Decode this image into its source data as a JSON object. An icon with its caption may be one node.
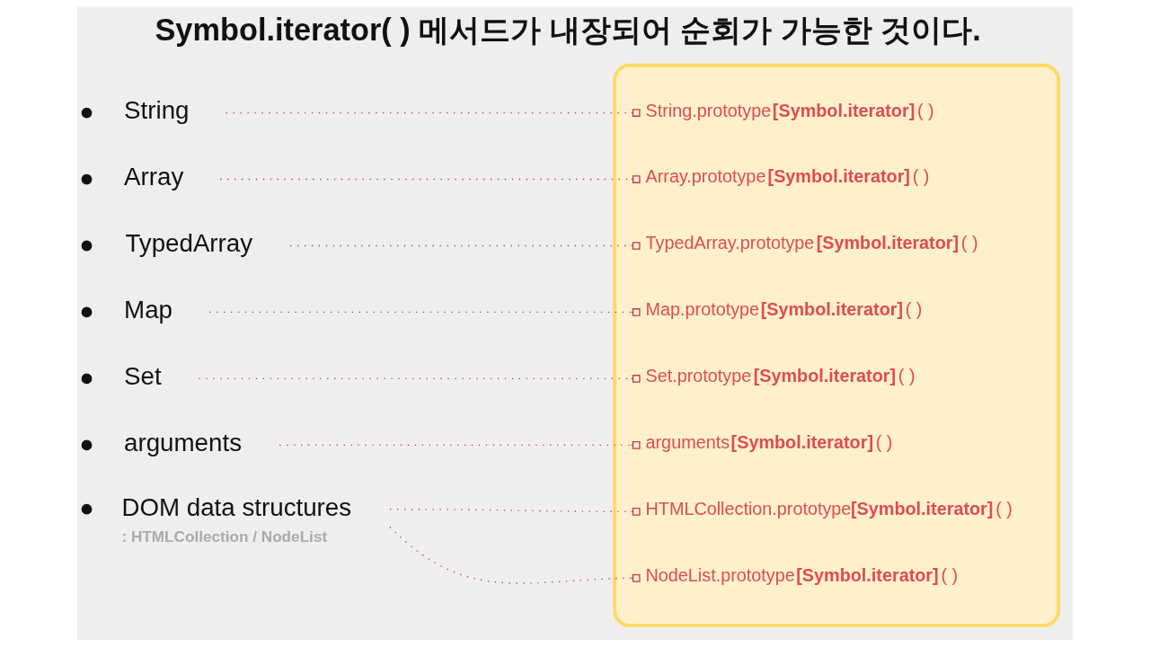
{
  "diagram": {
    "title": "Symbol.iterator( ) 메서드가 내장되어 순회가 가능한 것이다.",
    "nodes": [
      {
        "text": [
          "String"
        ]
      },
      {
        "text": [
          "Array"
        ]
      },
      {
        "text": [
          "TypedArray"
        ]
      },
      {
        "text": [
          "Map"
        ]
      },
      {
        "text": [
          "Set"
        ]
      },
      {
        "text": [
          "arguments"
        ]
      },
      {
        "text": [
          "DOM data structures"
        ],
        "beside": [
          ": HTMLCollection / NodeList"
        ]
      },
      {
        "text": [],
        "shape": "box"
      },
      {
        "text": [
          "String.prototype**[Symbol.iterator]**( )"
        ],
        "in": 7
      },
      {
        "text": [
          "Array.prototype**[Symbol.iterator]**( )"
        ],
        "in": 7
      },
      {
        "text": [
          "TypedArray.prototype**[Symbol.iterator]**( )"
        ],
        "in": 7
      },
      {
        "text": [
          "Map.prototype**[Symbol.iterator]**( )"
        ],
        "in": 7
      },
      {
        "text": [
          "Set.prototype**[Symbol.iterator]**( )"
        ],
        "in": 7
      },
      {
        "text": [
          "arguments**[Symbol.iterator]**( )"
        ],
        "in": 7
      },
      {
        "text": [
          "HTMLCollection.prototype**[Symbol.iterator]**( )"
        ],
        "in": 7
      },
      {
        "text": [
          "NodeList.prototype**[Symbol.iterator]**( )"
        ],
        "in": 7
      }
    ],
    "edges": [
      {
        "from": 0,
        "to": 8,
        "arrow": "other"
      },
      {
        "from": 1,
        "to": 9,
        "arrow": "other"
      },
      {
        "from": 2,
        "to": 10,
        "arrow": "other"
      },
      {
        "from": 3,
        "to": 11,
        "arrow": "other"
      },
      {
        "from": 4,
        "to": 12,
        "arrow": "other"
      },
      {
        "from": 5,
        "to": 13,
        "arrow": "other"
      },
      {
        "from": 6,
        "to": 14,
        "arrow": "other"
      },
      {
        "from": 6,
        "to": 15,
        "arrow": "other"
      }
    ]
  }
}
